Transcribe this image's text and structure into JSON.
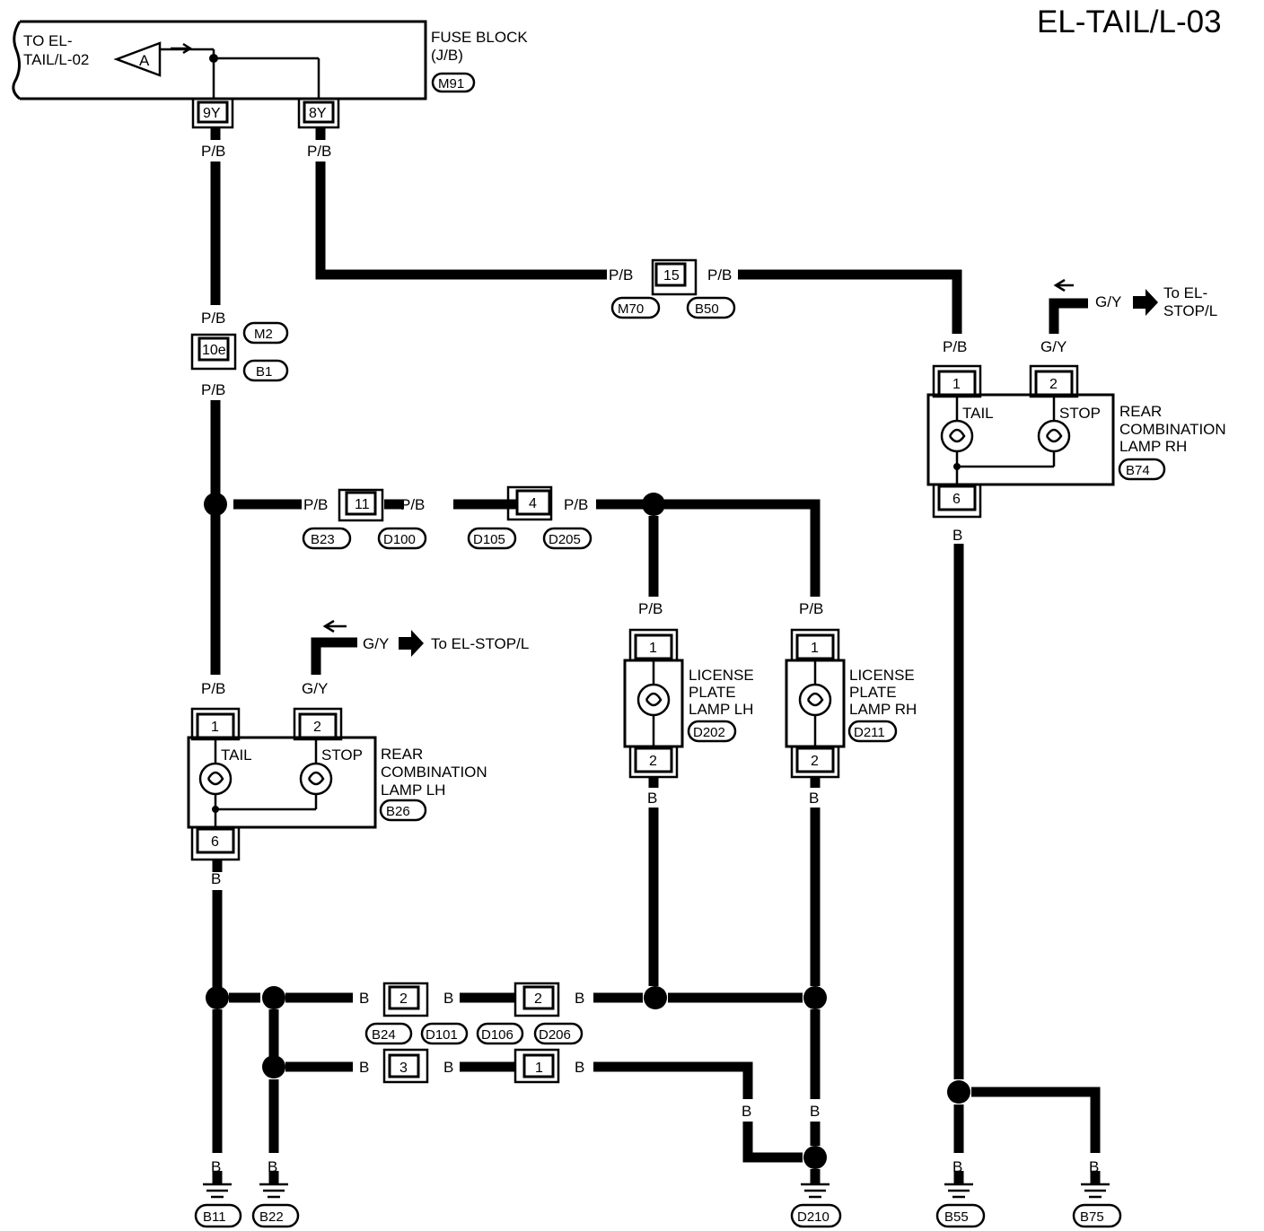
{
  "page": {
    "title": "EL-TAIL/L-03"
  },
  "fuse_block": {
    "name": [
      "FUSE BLOCK",
      "(J/B)"
    ],
    "connector": "M91",
    "link": [
      "TO EL-",
      "TAIL/L-02"
    ],
    "link_letter": "A",
    "pins": [
      "9Y",
      "8Y"
    ]
  },
  "wire_colors": {
    "pb": "P/B",
    "b": "B",
    "gy": "G/Y"
  },
  "junctions": {
    "j1": {
      "pin": "10e",
      "connectors": [
        "M2",
        "B1"
      ]
    },
    "j2": {
      "pin": "15",
      "connectors": [
        "M70",
        "B50"
      ]
    },
    "j3": {
      "pin": "11",
      "connectors": [
        "B23",
        "D100"
      ]
    },
    "j4": {
      "pin": "4",
      "connectors": [
        "D105",
        "D205"
      ]
    },
    "j5": {
      "pin": "2",
      "connectors": [
        "B24",
        "D101"
      ]
    },
    "j6": {
      "pin": "2",
      "connectors": [
        "D106",
        "D206"
      ]
    },
    "j7": {
      "pin": "3"
    },
    "j8": {
      "pin": "1"
    }
  },
  "lamps": {
    "rear_lh": {
      "name": [
        "REAR",
        "COMBINATION",
        "LAMP LH"
      ],
      "connector": "B26",
      "pins": [
        "1",
        "2",
        "6"
      ],
      "bulbs": [
        "TAIL",
        "STOP"
      ]
    },
    "rear_rh": {
      "name": [
        "REAR",
        "COMBINATION",
        "LAMP RH"
      ],
      "connector": "B74",
      "pins": [
        "1",
        "2",
        "6"
      ],
      "bulbs": [
        "TAIL",
        "STOP"
      ]
    },
    "plate_lh": {
      "name": [
        "LICENSE",
        "PLATE",
        "LAMP LH"
      ],
      "connector": "D202",
      "pins": [
        "1",
        "2"
      ]
    },
    "plate_rh": {
      "name": [
        "LICENSE",
        "PLATE",
        "LAMP RH"
      ],
      "connector": "D211",
      "pins": [
        "1",
        "2"
      ]
    }
  },
  "to_stop_lh": "To EL-STOP/L",
  "to_stop_rh": [
    "To EL-",
    "STOP/L"
  ],
  "grounds": [
    "B11",
    "B22",
    "D210",
    "B55",
    "B75"
  ]
}
